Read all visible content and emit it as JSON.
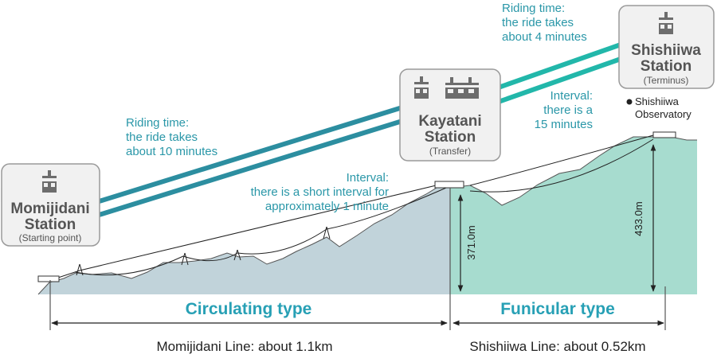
{
  "colors": {
    "ropeway_line_dark": "#2c8ea0",
    "ropeway_line_light": "#22b7aa",
    "mountain_left": "#c1d3da",
    "mountain_right": "#a7dccf",
    "accent_text": "#27a0b5",
    "station_box": "#f1f1f1",
    "icon_gray": "#6d6d6d"
  },
  "stations": {
    "momijidani": {
      "name_line1": "Momijidani",
      "name_line2": "Station",
      "sub": "(Starting point)",
      "icon": "gondola-icon"
    },
    "kayatani": {
      "name_line1": "Kayatani",
      "name_line2": "Station",
      "sub": "(Transfer)",
      "icons": [
        "gondola-icon",
        "funicular-car-icon"
      ]
    },
    "shishiiwa": {
      "name_line1": "Shishiiwa",
      "name_line2": "Station",
      "sub": "(Terminus)",
      "icon": "gondola-icon"
    }
  },
  "riding_times": {
    "momijidani_line": {
      "line1": "Riding time:",
      "line2": "the ride takes",
      "line3": "about 10 minutes"
    },
    "shishiiwa_line": {
      "line1": "Riding time:",
      "line2": "the ride takes",
      "line3": "about 4 minutes"
    }
  },
  "intervals": {
    "momijidani_line": {
      "line1": "Interval:",
      "line2": "there is a short interval for",
      "line3": "approximately 1 minute"
    },
    "shishiiwa_line": {
      "line1": "Interval:",
      "line2": "there is a",
      "line3": "15 minutes"
    }
  },
  "observatory": {
    "line1": "Shishiiwa",
    "line2": "Observatory"
  },
  "heights": {
    "kayatani": "371.0m",
    "shishiiwa": "433.0m"
  },
  "types": {
    "circulating": "Circulating type",
    "funicular": "Funicular type"
  },
  "lengths": {
    "momijidani_line": "Momijidani Line: about 1.1km",
    "shishiiwa_line": "Shishiiwa Line: about 0.52km"
  }
}
